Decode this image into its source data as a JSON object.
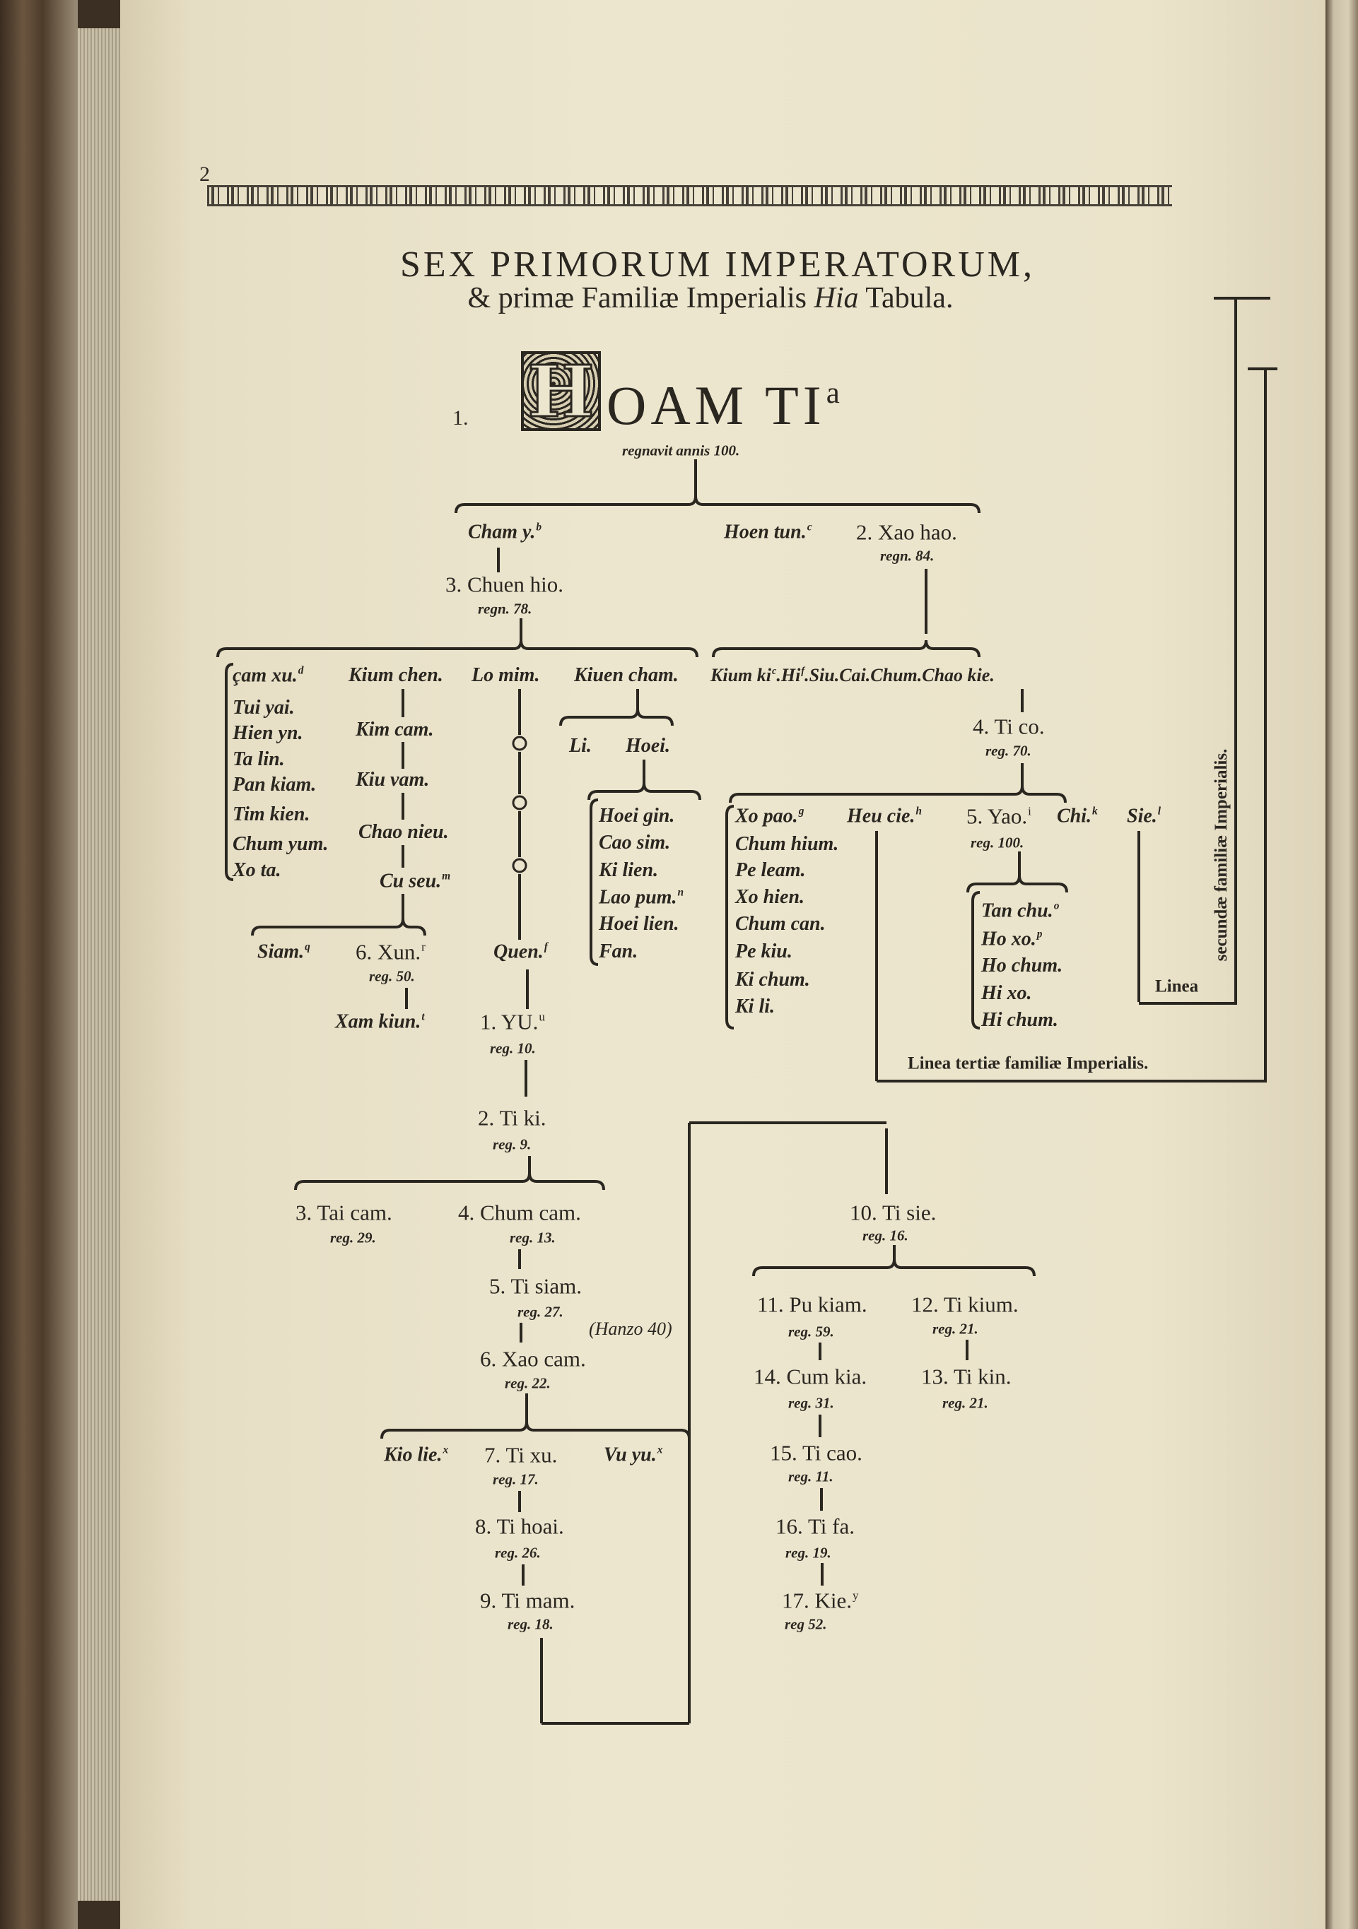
{
  "page_number": "2",
  "title": {
    "line1": "SEX PRIMORUM IMPERATORUM,",
    "line2_pre": "& primæ Familiæ Imperialis ",
    "line2_italic": "Hia",
    "line2_post": " Tabula."
  },
  "root": {
    "number": "1.",
    "drop_cap": "H",
    "name": "OAM TI",
    "sup": "a",
    "reign": "regnavit annis 100."
  },
  "nodes": {
    "cham_y": {
      "text": "Cham y.",
      "sup": "b"
    },
    "hoen_tun": {
      "text": "Hoen tun.",
      "sup": "c"
    },
    "xao_hao": {
      "text": "2. Xao hao.",
      "reign": "regn. 84."
    },
    "chuen_hio": {
      "text": "3. Chuen hio.",
      "reign": "regn. 78."
    },
    "left_list": [
      {
        "text": "çam xu.",
        "sup": "d"
      },
      {
        "text": "Tui yai."
      },
      {
        "text": "Hien yn."
      },
      {
        "text": "Ta lin."
      },
      {
        "text": "Pan kiam."
      },
      {
        "text": "Tim kien."
      },
      {
        "text": "Chum yum."
      },
      {
        "text": "Xo ta."
      }
    ],
    "kium_chen_line": [
      {
        "text": "Kium chen."
      },
      {
        "text": "Kim cam."
      },
      {
        "text": "Kiu vam."
      },
      {
        "text": "Chao nieu."
      },
      {
        "text": "Cu seu.",
        "sup": "m"
      }
    ],
    "lo_mim": {
      "text": "Lo mim."
    },
    "quen": {
      "text": "Quen.",
      "sup": "f"
    },
    "kiuen_cham": {
      "text": "Kiuen cham."
    },
    "li": {
      "text": "Li."
    },
    "hoei": {
      "text": "Hoei."
    },
    "hoei_list": [
      {
        "text": "Hoei gin."
      },
      {
        "text": "Cao sim."
      },
      {
        "text": "Ki lien."
      },
      {
        "text": "Lao pum.",
        "sup": "n"
      },
      {
        "text": "Hoei lien."
      },
      {
        "text": "Fan."
      }
    ],
    "siam": {
      "text": "Siam.",
      "sup": "q"
    },
    "xun": {
      "text": "6. Xun.",
      "sup": "r",
      "reign": "reg. 50."
    },
    "xam_kiun": {
      "text": "Xam kiun.",
      "sup": "t"
    },
    "yu": {
      "text": "1. YU.",
      "sup": "u",
      "reign": "reg. 10."
    },
    "ti_ki": {
      "text": "2. Ti ki.",
      "reign": "reg. 9."
    },
    "tai_cam": {
      "text": "3. Tai cam.",
      "reign": "reg. 29."
    },
    "chum_cam": {
      "text": "4. Chum cam.",
      "reign": "reg. 13."
    },
    "ti_siam": {
      "text": "5. Ti siam.",
      "reign": "reg. 27."
    },
    "hanzo_note": {
      "text": "(Hanzo 40)"
    },
    "xao_cam": {
      "text": "6. Xao cam.",
      "reign": "reg. 22."
    },
    "kio_lie": {
      "text": "Kio lie.",
      "sup": "x"
    },
    "ti_xu": {
      "text": "7. Ti xu.",
      "reign": "reg. 17."
    },
    "vu_yu": {
      "text": "Vu yu.",
      "sup": "x"
    },
    "ti_hoai": {
      "text": "8. Ti hoai.",
      "reign": "reg. 26."
    },
    "ti_mam": {
      "text": "9. Ti mam.",
      "reign": "reg. 18."
    },
    "ti_sie": {
      "text": "10. Ti sie.",
      "reign": "reg. 16."
    },
    "pu_kiam": {
      "text": "11. Pu kiam.",
      "reign": "reg. 59."
    },
    "ti_kium": {
      "text": "12. Ti kium.",
      "reign": "reg. 21."
    },
    "cum_kia": {
      "text": "14. Cum kia.",
      "reign": "reg. 31."
    },
    "ti_kin": {
      "text": "13. Ti kin.",
      "reign": "reg. 21."
    },
    "ti_cao": {
      "text": "15. Ti cao.",
      "reign": "reg. 11."
    },
    "ti_fa": {
      "text": "16. Ti fa.",
      "reign": "reg. 19."
    },
    "kie": {
      "text": "17. Kie.",
      "sup": "y",
      "reign": "reg 52."
    },
    "kium_ki_row": [
      {
        "text": "Kium ki",
        "sup": "c"
      },
      {
        "text": ".Hi",
        "sup": "f"
      },
      {
        "text": ".Siu.Cai.Chum.Chao kie."
      }
    ],
    "ti_co": {
      "text": "4. Ti co.",
      "reign": "reg. 70."
    },
    "xo_pao": {
      "text": "Xo pao.",
      "sup": "g"
    },
    "heu_cie": {
      "text": "Heu cie.",
      "sup": "h"
    },
    "yao": {
      "text": "5. Yao.",
      "sup": "i",
      "reign": "reg. 100."
    },
    "chi": {
      "text": "Chi.",
      "sup": "k"
    },
    "sie": {
      "text": "Sie.",
      "sup": "l"
    },
    "xo_pao_list": [
      {
        "text": "Chum hium."
      },
      {
        "text": "Pe leam."
      },
      {
        "text": "Xo hien."
      },
      {
        "text": "Chum can."
      },
      {
        "text": "Pe kiu."
      },
      {
        "text": "Ki chum."
      },
      {
        "text": "Ki li."
      }
    ],
    "yao_list": [
      {
        "text": "Tan chu.",
        "sup": "o"
      },
      {
        "text": "Ho xo.",
        "sup": "p"
      },
      {
        "text": "Ho chum."
      },
      {
        "text": "Hi xo."
      },
      {
        "text": "Hi chum."
      }
    ]
  },
  "labels": {
    "third_line": "Linea tertiæ familiæ Imperialis.",
    "second_line_a": "Linea",
    "second_line_b": "secundæ familiæ Imperialis."
  }
}
